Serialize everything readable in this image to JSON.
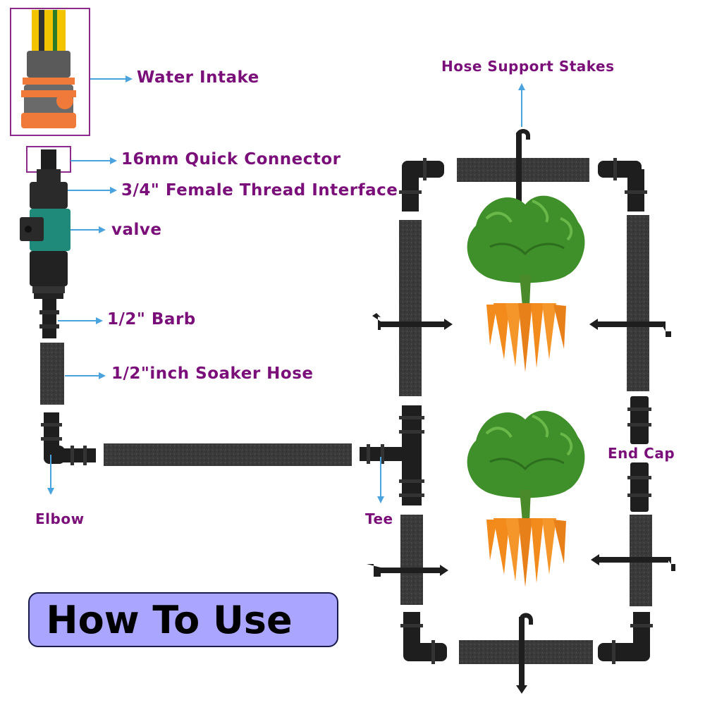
{
  "labels": {
    "water_intake": "Water Intake",
    "quick_connector": "16mm Quick Connector",
    "female_thread": "3/4\" Female Thread Interface",
    "valve": "valve",
    "barb": "1/2\" Barb",
    "soaker_hose": "1/2\"inch Soaker Hose",
    "elbow": "Elbow",
    "tee": "Tee",
    "end_cap": "End Cap",
    "hose_support_stakes": "Hose Support Stakes"
  },
  "banner": {
    "text": "How To Use"
  },
  "colors": {
    "label_text": "#7a0f7a",
    "arrow": "#4aa3dc",
    "hose": "#3a3a3a",
    "fitting": "#1e1e1e",
    "valve_body": "#1f8a7a",
    "intake_orange": "#f07a3a",
    "banner_bg": "#aaa6ff",
    "carrot": "#f28a1c",
    "foliage": "#3f8f2a"
  },
  "icons": [
    "water-intake-icon",
    "quick-connector-icon",
    "valve-icon",
    "barb-icon",
    "soaker-hose-icon",
    "elbow-icon",
    "tee-icon",
    "end-cap-icon",
    "stake-icon",
    "carrot-bunch-icon"
  ]
}
